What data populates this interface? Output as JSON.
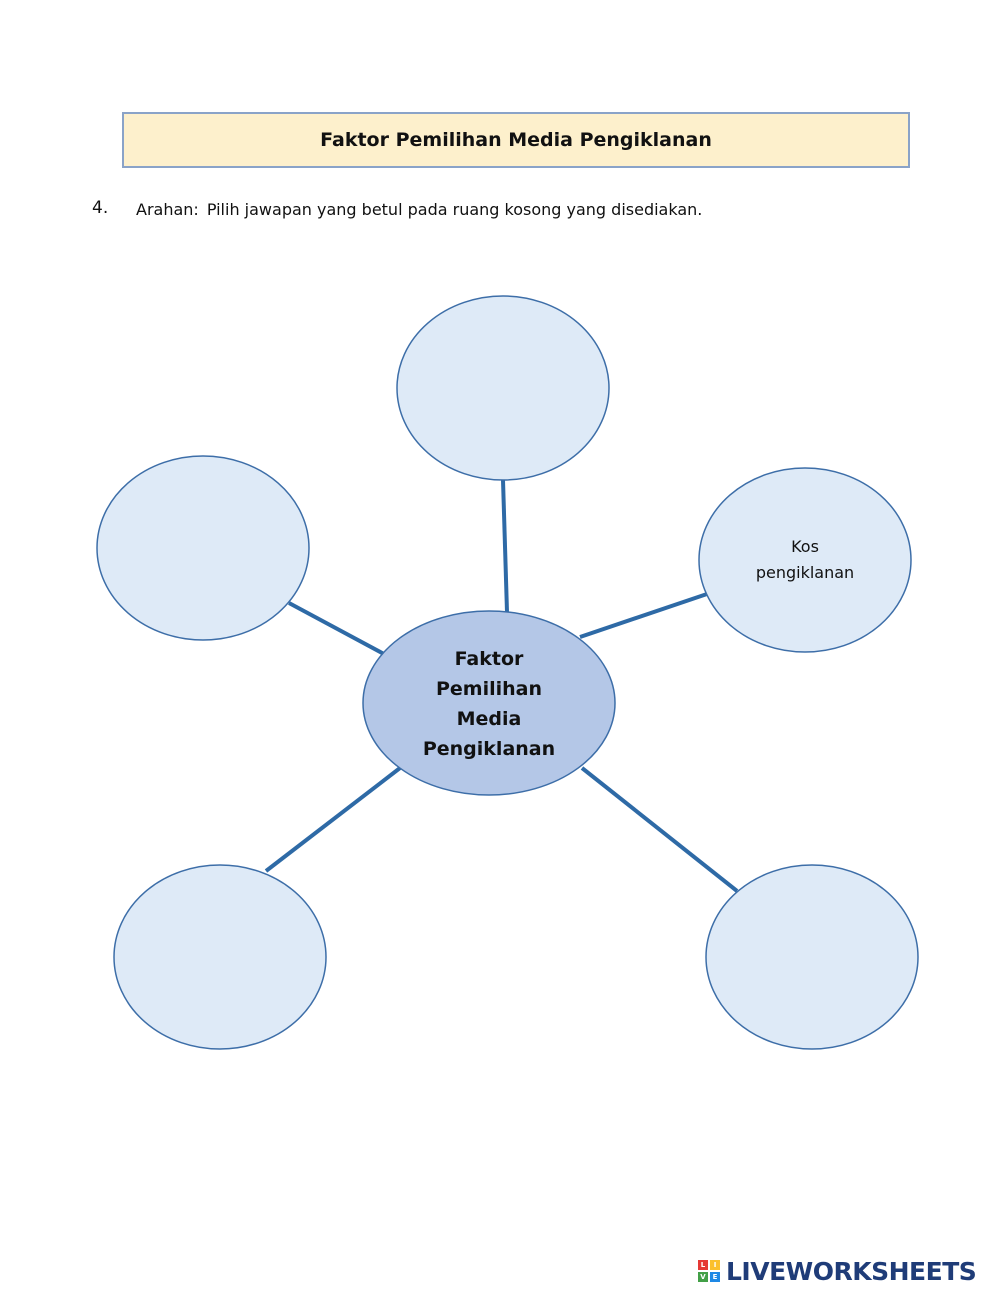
{
  "header": {
    "title": "Faktor Pemilihan Media Pengiklanan"
  },
  "question": {
    "number": "4.",
    "instruction_label": "Arahan:",
    "instruction_text": "Pilih jawapan yang betul pada ruang kosong yang disediakan."
  },
  "diagram": {
    "center_lines": [
      "Faktor",
      "Pemilihan",
      "Media",
      "Pengiklanan"
    ],
    "given_answer_lines": [
      "Kos",
      "pengiklanan"
    ],
    "colors": {
      "outer_fill": "#deeaf7",
      "center_fill": "#b4c7e7",
      "stroke": "#3d6ea8",
      "connector": "#2e6aa6"
    }
  },
  "footer": {
    "brand": "LIVEWORKSHEETS",
    "logo_letters": [
      "L",
      "I",
      "V",
      "E"
    ],
    "logo_colors": [
      "#e53935",
      "#fbc02d",
      "#43a047",
      "#1e88e5"
    ]
  }
}
